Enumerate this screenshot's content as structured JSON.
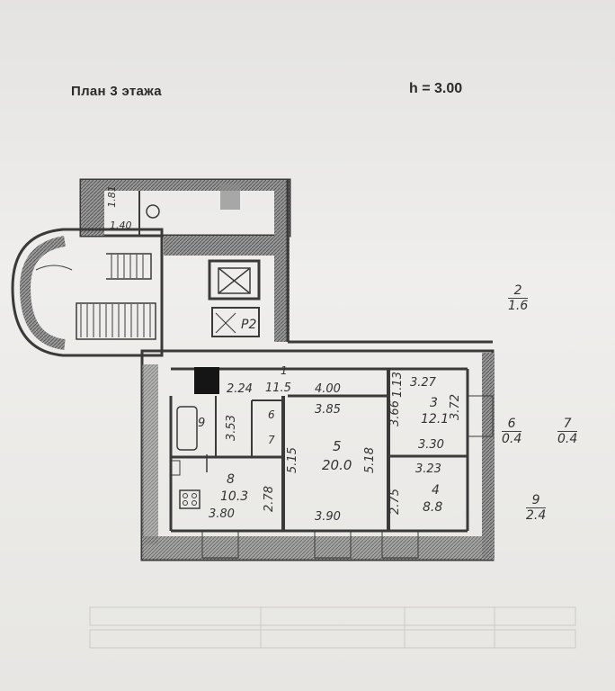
{
  "header": {
    "title": "План 3  этажа",
    "height": "h = 3.00"
  },
  "stair_dims": {
    "a": "1.81",
    "b": "1.40"
  },
  "rooms": [
    {
      "id": "r1",
      "number": "1",
      "area": "11.5"
    },
    {
      "id": "r3",
      "number": "3",
      "area": "12.1"
    },
    {
      "id": "r4",
      "number": "4",
      "area": "8.8"
    },
    {
      "id": "r5",
      "number": "5",
      "area": "20.0"
    },
    {
      "id": "r6",
      "number": "6",
      "area": ""
    },
    {
      "id": "r7",
      "number": "7",
      "area": ""
    },
    {
      "id": "r8",
      "number": "8",
      "area": "10.3"
    },
    {
      "id": "r9",
      "number": "9",
      "area": ""
    },
    {
      "id": "rP",
      "number": "P2",
      "area": ""
    }
  ],
  "dims": {
    "d224": "2.24",
    "d400": "4.00",
    "d385": "3.85",
    "d113": "1.13",
    "d327": "3.27",
    "d372": "3.72",
    "d330": "3.30",
    "d323": "3.23",
    "d366": "3.66",
    "d353": "3.53",
    "d515": "5.15",
    "d518": "5.18",
    "d278": "2.78",
    "d275": "2.75",
    "d380": "3.80",
    "d390": "3.90"
  },
  "side_legend": [
    {
      "id": "l2",
      "num": "2",
      "area": "1.6"
    },
    {
      "id": "l6",
      "num": "6",
      "area": "0.4"
    },
    {
      "id": "l7",
      "num": "7",
      "area": "0.4"
    },
    {
      "id": "l9",
      "num": "9",
      "area": "2.4"
    }
  ],
  "colors": {
    "wall": "#5a5a5a",
    "line": "#3a3a3a",
    "hatch": "#8a8a8a"
  }
}
